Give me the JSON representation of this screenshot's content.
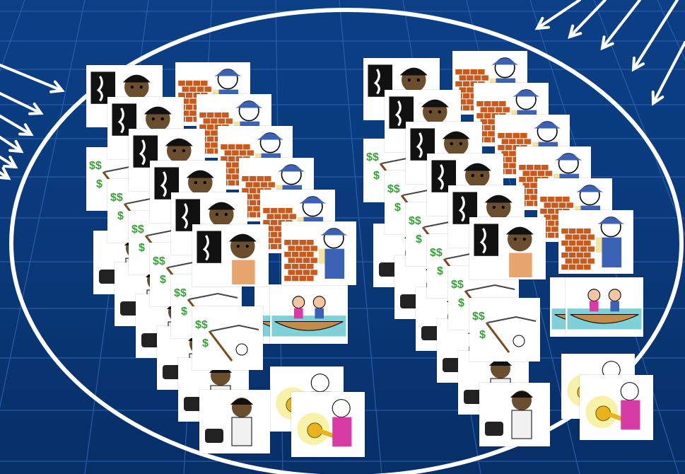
{
  "slide": {
    "background": "#0a3a7c",
    "grid_color": "#2f63b0",
    "ellipse_color": "#ffffff"
  },
  "clipart_types": [
    {
      "id": "radiologist",
      "icon": "x-ray-person-icon",
      "colors": [
        "#111111",
        "#6b4e2e",
        "#e7a46c"
      ]
    },
    {
      "id": "bricklayer",
      "icon": "bricklayer-icon",
      "colors": [
        "#c85a1e",
        "#3c62b6",
        "#f4e4a0"
      ]
    },
    {
      "id": "money-catcher",
      "icon": "money-net-icon",
      "colors": [
        "#37a337",
        "#7a4a1c"
      ]
    },
    {
      "id": "doctor",
      "icon": "doctor-bag-icon",
      "colors": [
        "#222222",
        "#6b4e2e",
        "#f1f1f1"
      ]
    },
    {
      "id": "rowers",
      "icon": "rowing-boat-icon",
      "colors": [
        "#c58c47",
        "#7fd1d9",
        "#d63ca3"
      ]
    },
    {
      "id": "key-holder",
      "icon": "golden-keys-icon",
      "colors": [
        "#e8b41e",
        "#d63ca3",
        "#f7f2a8"
      ]
    }
  ]
}
